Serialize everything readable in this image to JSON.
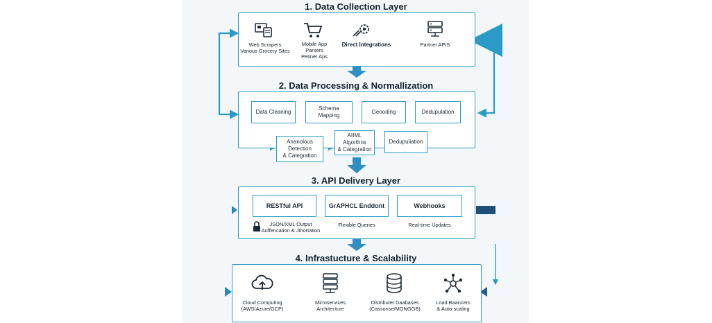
{
  "layers": {
    "collection": {
      "title": "1. Data Collection Layer",
      "sources": [
        {
          "line1": "Web Scrapers",
          "line2": "Various Grocery Sites",
          "icon": "web-scraper-icon"
        },
        {
          "line1": "Mobile App",
          "line2": "Parsers",
          "line3": "Petiner Aps",
          "icon": "shopping-cart-icon"
        },
        {
          "line1": "Direct Integrations",
          "icon": "integration-gear-icon"
        },
        {
          "line1": "Partner APIS",
          "icon": "server-icon"
        }
      ]
    },
    "processing": {
      "title": "2. Data Processing & Normallization",
      "row1": [
        "Data Cleaning",
        "Schema Mapping",
        "Geooding",
        "Dedupulation"
      ],
      "row2": [
        {
          "line1": "Ananolous Detection",
          "line2": "& Categration"
        },
        {
          "line1": "AIIML Algorthns",
          "line2": "& Categration"
        },
        {
          "line1": "Dedupuliation"
        }
      ]
    },
    "api": {
      "title": "3. API Delivery Layer",
      "endpoints": [
        {
          "name": "RESTful API",
          "desc1": "JSON/XML Output",
          "desc2": "Auffencation & Jthortation"
        },
        {
          "name": "GrAPHCL Enddont",
          "desc1": "Flexible Queries"
        },
        {
          "name": "Webhooks",
          "desc1": "Real-time Updates"
        }
      ]
    },
    "infra": {
      "title": "4. Infrastucture & Scalability",
      "items": [
        {
          "line1": "Cloud Computing",
          "line2": "(AWS/Azure/GCP)",
          "icon": "cloud-upload-icon"
        },
        {
          "line1": "Mirroservices",
          "line2": "Architecture",
          "icon": "server-rack-icon"
        },
        {
          "line1": "Distributet Daabases",
          "line2": "(Cassonse/MONGGB)",
          "icon": "database-icon"
        },
        {
          "line1": "Load Baancers",
          "line2": "& Auto-scaling",
          "icon": "network-hub-icon"
        }
      ]
    }
  },
  "colors": {
    "accent": "#2a9ac6",
    "accent_dark": "#1f6f9a",
    "arrow_fill": "#2f8fc0"
  }
}
